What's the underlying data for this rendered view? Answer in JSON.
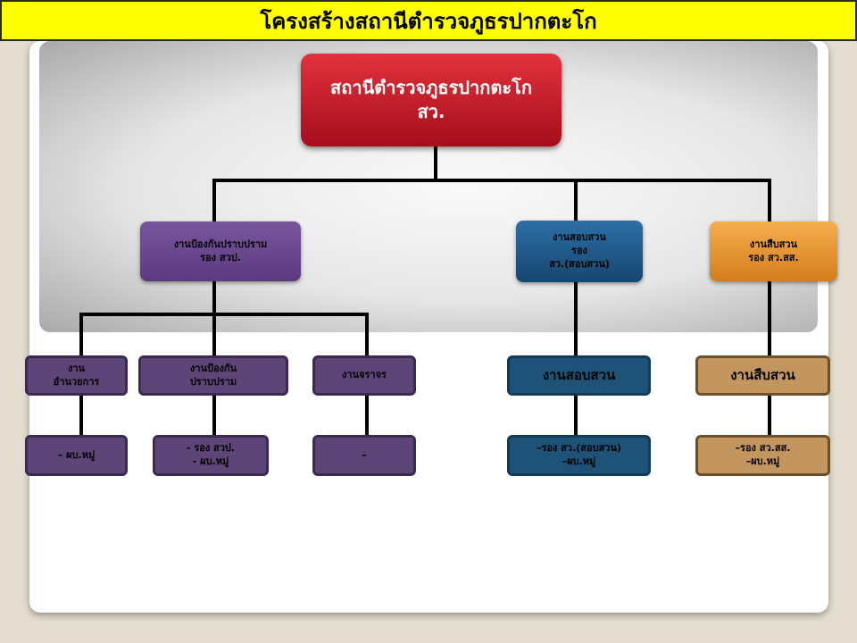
{
  "title": "โครงสร้างสถานีตำรวจภูธรปากตะโก",
  "root": {
    "line1": "สถานีตำรวจภูธรปากตะโก",
    "line2": "สว."
  },
  "crime_prevention": {
    "line1": "งานป้องกันปราบปราม",
    "line2": "รอง สวป."
  },
  "investigation": {
    "line1": "งานสอบสวน",
    "line2": "รอง",
    "line3": "สว.(สอบสวน)"
  },
  "inquiry": {
    "line1": "งานสืบสวน",
    "line2": "รอง สว.สส."
  },
  "admin": {
    "line1": "งาน",
    "line2": "อำนวยการ",
    "sub": "– ผบ.หมู่"
  },
  "prevention_unit": {
    "line1": "งานป้องกัน",
    "line2": "ปราบปราม",
    "sub1": "- รอง สวป.",
    "sub2": "- ผบ.หมู่"
  },
  "traffic": {
    "label": "งานจราจร",
    "sub": "–"
  },
  "investigation_unit": {
    "label": "งานสอบสวน",
    "sub1": "–รอง สว.(สอบสวน)",
    "sub2": "–ผบ.หมู่"
  },
  "inquiry_unit": {
    "label": "งานสืบสวน",
    "sub1": "–รอง สว.สส.",
    "sub2": "–ผบ.หมู่"
  },
  "colors": {
    "title_bg": "#ffff00",
    "root": "#c81e2c",
    "purple": "#5e4577",
    "blue": "#1f5278",
    "orange": "#e8962f",
    "tan": "#c4965f"
  }
}
